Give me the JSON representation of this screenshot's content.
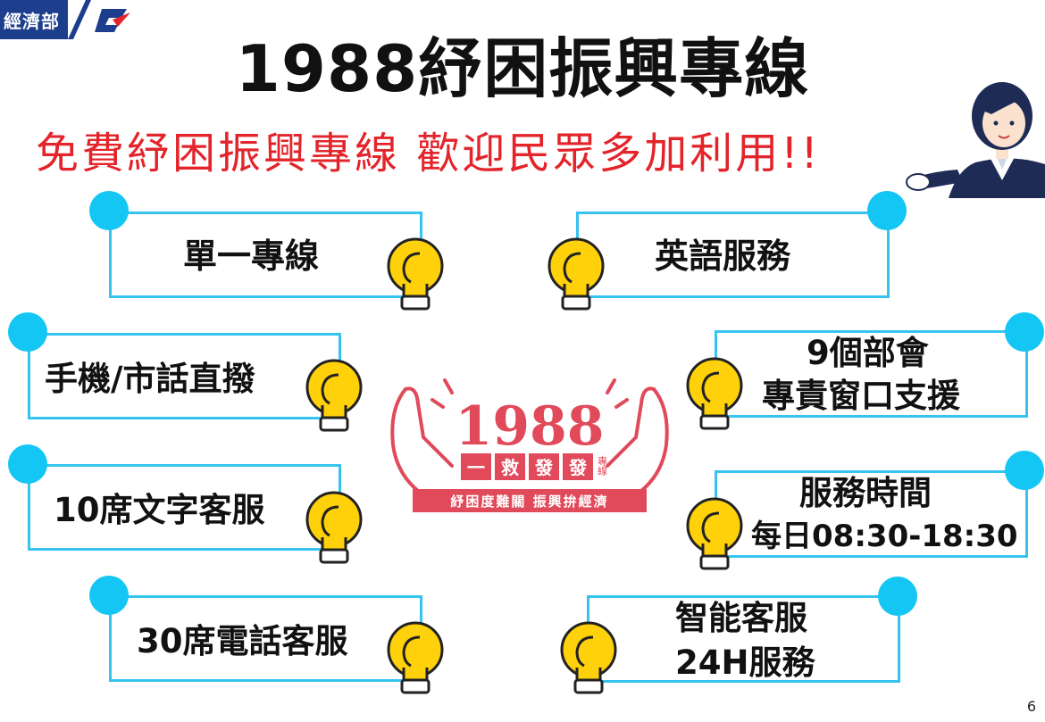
{
  "header": {
    "logo_text": "經濟部",
    "title": "1988紓困振興專線",
    "subtitle": "免費紓困振興專線  歡迎民眾多加利用!!"
  },
  "features": {
    "single_line": "單一專線",
    "direct_dial": "手機/市話直撥",
    "text_service": "10席文字客服",
    "phone_service": "30席電話客服",
    "english": "英語服務",
    "ministries_line1": "9個部會",
    "ministries_line2": "專責窗口支援",
    "hours_line1": "服務時間",
    "hours_line2": "每日08:30-18:30",
    "ai_line1": "智能客服",
    "ai_line2": "24H服務"
  },
  "center_logo": {
    "number": "1988",
    "chars": [
      "一",
      "救",
      "發",
      "發"
    ],
    "side_text": "專線",
    "slogan": "紓困度難關  振興拚經濟"
  },
  "page_number": "6",
  "colors": {
    "accent_blue": "#36c3ee",
    "dot_blue": "#14c6f4",
    "red": "#e3242b",
    "bulb_yellow": "#ffd10a",
    "logo_red": "#e04a5a"
  }
}
